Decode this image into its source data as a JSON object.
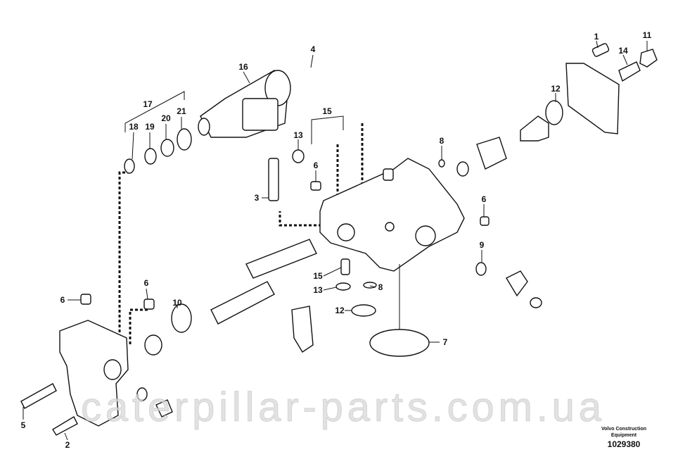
{
  "callouts": [
    "1",
    "11",
    "14",
    "12",
    "16",
    "4",
    "17",
    "18",
    "19",
    "20",
    "21",
    "15",
    "13",
    "8",
    "6",
    "3",
    "6",
    "9",
    "15",
    "13",
    "8",
    "12",
    "7",
    "6",
    "6",
    "10",
    "5",
    "2"
  ],
  "watermark": "caterpillar-parts.com.ua",
  "brand_line1": "Volvo Construction",
  "brand_line2": "Equipment",
  "drawing_number": "1029380"
}
